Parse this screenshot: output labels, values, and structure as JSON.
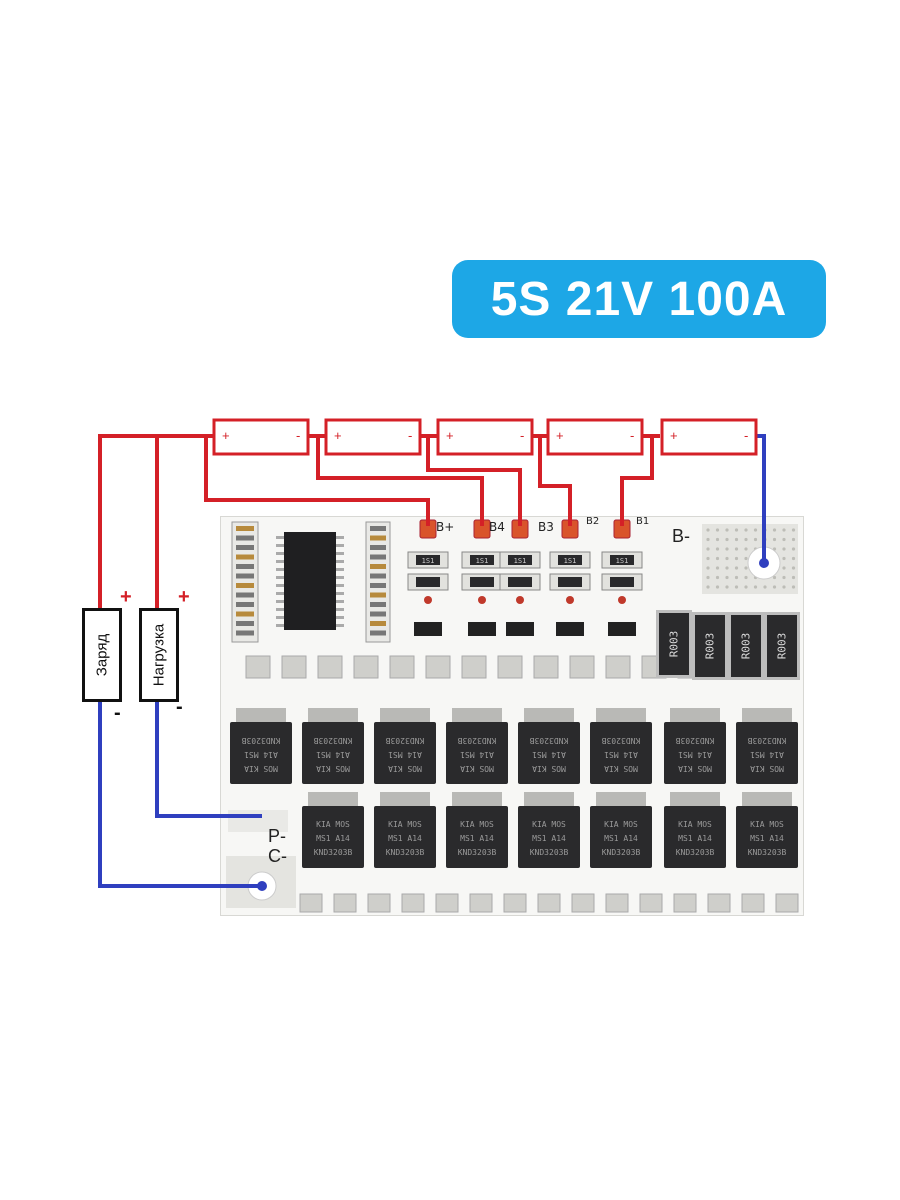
{
  "title": "5S 21V 100A",
  "colors": {
    "badge": "#1da7e6",
    "positive_wire": "#d42027",
    "negative_wire": "#2f3fbf",
    "board": "#f7f7f5"
  },
  "cells": [
    {
      "plus": "+",
      "minus": "-"
    },
    {
      "plus": "+",
      "minus": "-"
    },
    {
      "plus": "+",
      "minus": "-"
    },
    {
      "plus": "+",
      "minus": "-"
    },
    {
      "plus": "+",
      "minus": "-"
    }
  ],
  "board_labels": {
    "b_plus": "B+",
    "b4": "B4",
    "b3": "B3",
    "b2": "B2",
    "b1": "B1",
    "b_minus": "B-",
    "p_minus": "P-",
    "c_minus": "C-"
  },
  "charge": {
    "label": "Заряд",
    "plus": "+",
    "minus": "-"
  },
  "load": {
    "label": "Нагрузка",
    "plus": "+",
    "minus": "-"
  },
  "resistor_marking": "R003",
  "mosfet_marking": [
    "KIA",
    "MOS",
    "MS1",
    "A14",
    "KND3203B"
  ],
  "fuse_marking": "1S1"
}
